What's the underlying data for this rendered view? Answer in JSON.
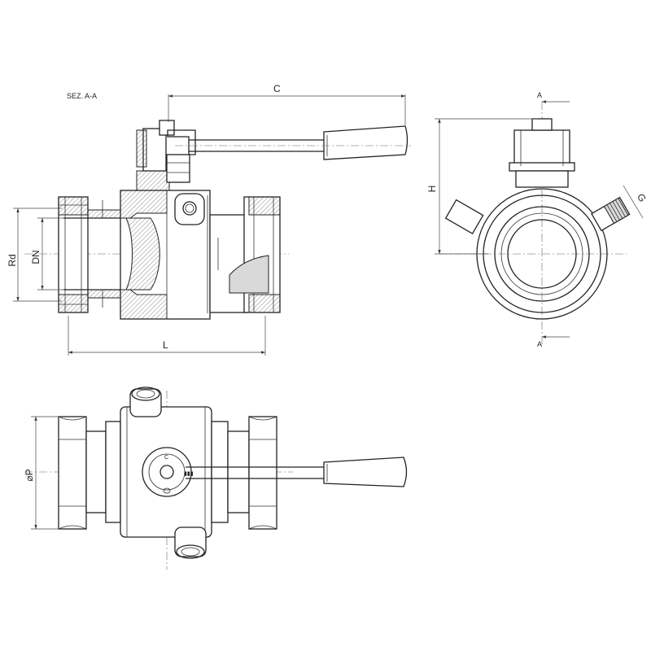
{
  "drawing": {
    "section_title": "SEZ. A-A",
    "dimensions": {
      "c": "C",
      "h": "H",
      "l": "L",
      "rd": "Rd",
      "dn": "DN",
      "g": "G",
      "p": "⌀P"
    },
    "section_marker": "A"
  }
}
